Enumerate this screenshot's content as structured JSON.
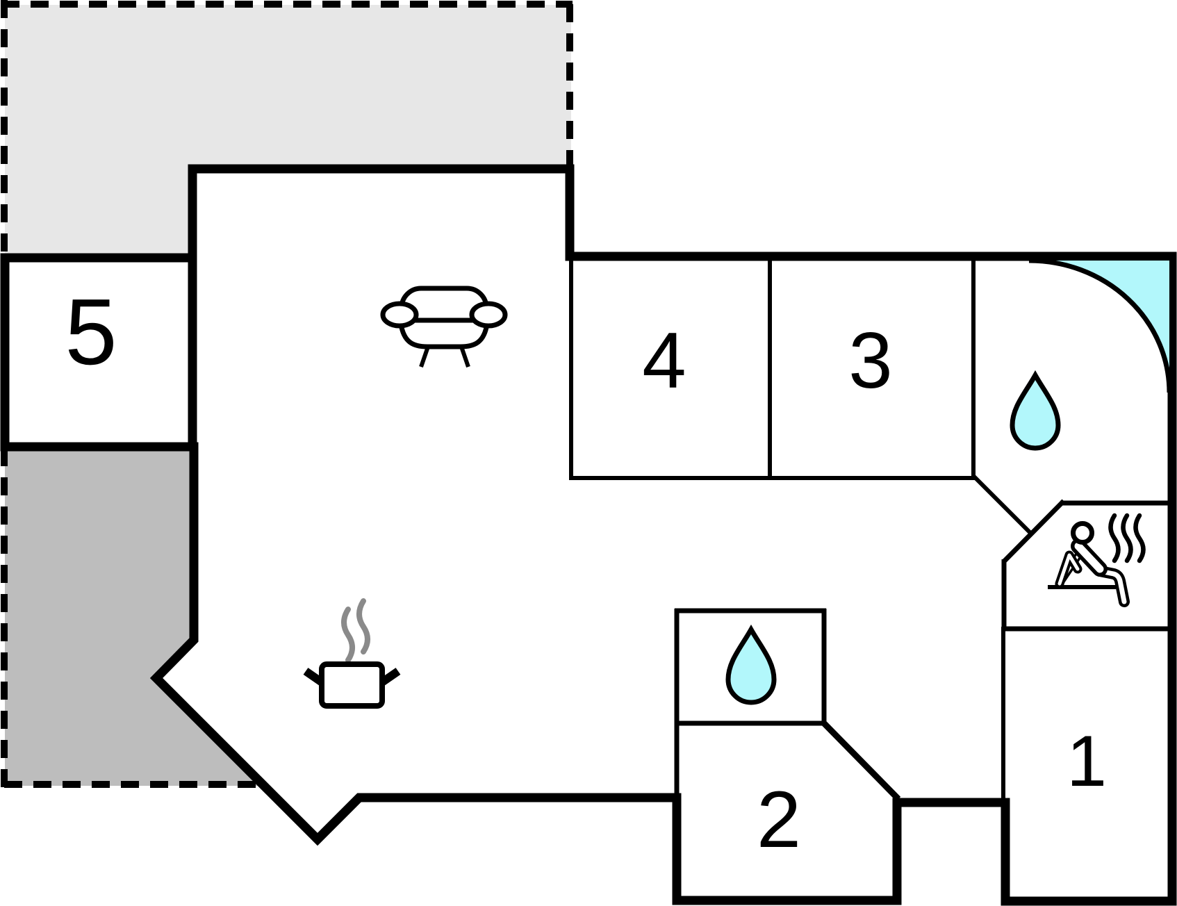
{
  "plan": {
    "type": "floor-plan",
    "rooms": [
      {
        "id": "room-1",
        "label": "1"
      },
      {
        "id": "room-2",
        "label": "2"
      },
      {
        "id": "room-3",
        "label": "3"
      },
      {
        "id": "room-4",
        "label": "4"
      },
      {
        "id": "room-5",
        "label": "5"
      }
    ],
    "icons": [
      {
        "name": "sofa-icon"
      },
      {
        "name": "cooking-pot-icon"
      },
      {
        "name": "steam-icon"
      },
      {
        "name": "water-drop-icon-bathroom"
      },
      {
        "name": "water-drop-icon-wc"
      },
      {
        "name": "corner-bath-icon"
      },
      {
        "name": "sauna-person-icon"
      },
      {
        "name": "heat-waves-icon"
      }
    ],
    "colors": {
      "walls": "#000000",
      "floor": "#ffffff",
      "terrace_upper": "#e7e7e7",
      "terrace_side": "#bdbdbd",
      "water": "#b2f7fb",
      "steam": "#8a8a8a",
      "background": "#ffffff"
    }
  }
}
